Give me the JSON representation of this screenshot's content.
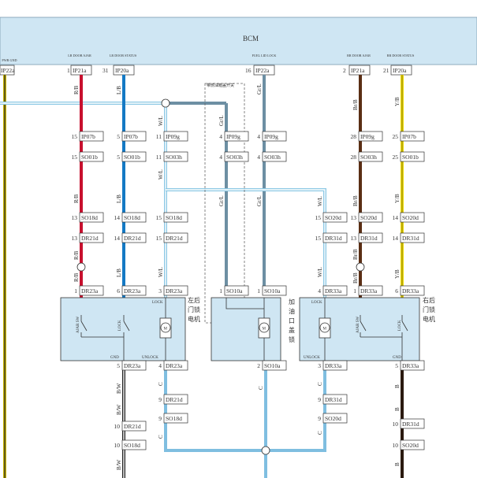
{
  "header": {
    "title": "BCM",
    "color": "#cfe6f3",
    "pins": [
      {
        "label": "PWR GND",
        "num": "",
        "conn": "IP22a"
      },
      {
        "label": "LR DOOR AJAR",
        "num": "1",
        "conn": "IP21a"
      },
      {
        "label": "LR DOOR STATUS",
        "num": "31",
        "conn": "IP20a"
      },
      {
        "label": "FUEL LID LOCK",
        "num": "16",
        "conn": "IP22a"
      },
      {
        "label": "RR DOOR AJAR",
        "num": "2",
        "conn": "IP21a"
      },
      {
        "label": "RR DOOR STATUS",
        "num": "21",
        "conn": "IP20a"
      }
    ]
  },
  "wire_colors": {
    "R/B": "#c8102e",
    "L/B": "#1479c4",
    "W/L": "#8cc8e4",
    "Gr/L": "#6d8fa3",
    "Br/B": "#5a2e14",
    "Y/B": "#f2dc00",
    "B/W": "#222222",
    "C": "#7fbee0",
    "B": "#2a1a10",
    "PWR": "#c8b400"
  },
  "wires": {
    "rb": "R/B",
    "lb": "L/B",
    "wl": "W/L",
    "grl": "Gr/L",
    "brb": "Br/B",
    "yb": "Y/B",
    "bw": "B/W",
    "c": "C",
    "b": "B"
  },
  "connectors": {
    "rb_1": {
      "num": "15",
      "conn": "IP07b"
    },
    "rb_2": {
      "num": "15",
      "conn": "SO01b"
    },
    "rb_3": {
      "num": "13",
      "conn": "SO18d"
    },
    "rb_4": {
      "num": "13",
      "conn": "DR21d"
    },
    "rb_5": {
      "num": "1",
      "conn": "DR23a"
    },
    "lb_1": {
      "num": "5",
      "conn": "IP07b"
    },
    "lb_2": {
      "num": "5",
      "conn": "SO01b"
    },
    "lb_3": {
      "num": "14",
      "conn": "SO18d"
    },
    "lb_4": {
      "num": "14",
      "conn": "DR21d"
    },
    "lb_5": {
      "num": "6",
      "conn": "DR23a"
    },
    "wl_1": {
      "num": "11",
      "conn": "IP09g"
    },
    "wl_2": {
      "num": "11",
      "conn": "SO03h"
    },
    "wl_3": {
      "num": "15",
      "conn": "SO18d"
    },
    "wl_4": {
      "num": "15",
      "conn": "DR21d"
    },
    "wl_5": {
      "num": "3",
      "conn": "DR23a"
    },
    "grl_a1": {
      "num": "4",
      "conn": "IP09g"
    },
    "grl_a2": {
      "num": "4",
      "conn": "SO03h"
    },
    "grl_b1": {
      "num": "4",
      "conn": "IP09g"
    },
    "grl_b2": {
      "num": "4",
      "conn": "SO03h"
    },
    "fuel_1": {
      "num": "1",
      "conn": "SO10a"
    },
    "fuel_2": {
      "num": "1",
      "conn": "SO10a"
    },
    "fuel_3": {
      "num": "2",
      "conn": "SO10a"
    },
    "wlr_1": {
      "num": "15",
      "conn": "SO20d"
    },
    "wlr_2": {
      "num": "15",
      "conn": "DR31d"
    },
    "wlr_3": {
      "num": "4",
      "conn": "DR33a"
    },
    "brb_1": {
      "num": "28",
      "conn": "IP09g"
    },
    "brb_2": {
      "num": "28",
      "conn": "SO03h"
    },
    "brb_3": {
      "num": "13",
      "conn": "SO20d"
    },
    "brb_4": {
      "num": "13",
      "conn": "DR31d"
    },
    "brb_5": {
      "num": "1",
      "conn": "DR33a"
    },
    "yb_1": {
      "num": "25",
      "conn": "IP07b"
    },
    "yb_2": {
      "num": "25",
      "conn": "SO01b"
    },
    "yb_3": {
      "num": "14",
      "conn": "SO20d"
    },
    "yb_4": {
      "num": "14",
      "conn": "DR31d"
    },
    "yb_5": {
      "num": "6",
      "conn": "DR33a"
    },
    "l_gnd": {
      "num": "5",
      "conn": "DR23a"
    },
    "l_unl": {
      "num": "4",
      "conn": "DR23a"
    },
    "l_c1": {
      "num": "9",
      "conn": "DR21d"
    },
    "l_c2": {
      "num": "9",
      "conn": "SO18d"
    },
    "l_b1": {
      "num": "10",
      "conn": "DR21d"
    },
    "l_b2": {
      "num": "10",
      "conn": "SO18d"
    },
    "r_unl": {
      "num": "3",
      "conn": "DR33a"
    },
    "r_c1": {
      "num": "9",
      "conn": "DR31d"
    },
    "r_c2": {
      "num": "9",
      "conn": "SO20d"
    },
    "r_gnd": {
      "num": "5",
      "conn": "DR33a"
    },
    "r_b1": {
      "num": "10",
      "conn": "DR31d"
    },
    "r_b2": {
      "num": "10",
      "conn": "SO20d"
    }
  },
  "modules": {
    "left": {
      "lock": "LOCK",
      "ajar": "AJAR SW",
      "lock_sw": "LOCK",
      "gnd": "GND",
      "unlock": "UNLOCK",
      "motor": "M",
      "name": [
        "左后",
        "门锁",
        "电机"
      ]
    },
    "fuel": {
      "motor": "M",
      "name": [
        "加",
        "油",
        "口",
        "盖",
        "锁"
      ]
    },
    "right": {
      "lock": "LOCK",
      "ajar": "AJAR SW",
      "lock_sw": "LOCK",
      "gnd": "GND",
      "unlock": "UNLOCK",
      "motor": "M",
      "name": [
        "右后",
        "门锁",
        "电机"
      ]
    },
    "color": "#cfe6f3"
  },
  "misc": {
    "dashed_note": "带燃油箱盖开关",
    "left_edge_label": "B"
  }
}
